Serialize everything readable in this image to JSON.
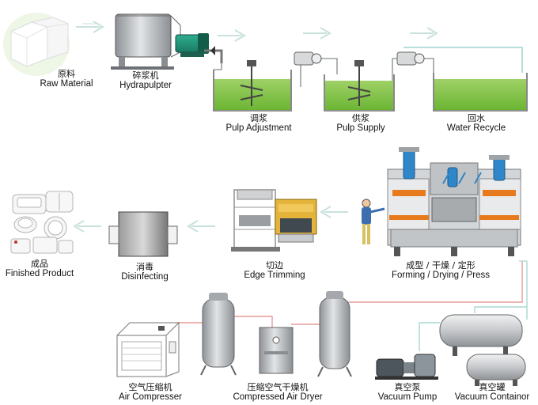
{
  "stages": [
    {
      "id": "raw",
      "cn": "原料",
      "en": "Raw Material"
    },
    {
      "id": "pulper",
      "cn": "碎浆机",
      "en": "Hydrapulpter"
    },
    {
      "id": "pulpadj",
      "cn": "调浆",
      "en": "Pulp Adjustment"
    },
    {
      "id": "pulpsup",
      "cn": "供浆",
      "en": "Pulp Supply"
    },
    {
      "id": "recycle",
      "cn": "回水",
      "en": "Water Recycle"
    },
    {
      "id": "forming",
      "cn": "成型 / 干燥 / 定形",
      "en": "Forming / Drying / Press"
    },
    {
      "id": "trim",
      "cn": "切边",
      "en": "Edge Trimming"
    },
    {
      "id": "disinfect",
      "cn": "消毒",
      "en": "Disinfecting"
    },
    {
      "id": "finished",
      "cn": "成品",
      "en": "Finished Product"
    },
    {
      "id": "aircomp",
      "cn": "空气压缩机",
      "en": "Air Compresser"
    },
    {
      "id": "airdry",
      "cn": "压缩空气干燥机",
      "en": "Compressed Air Dryer"
    },
    {
      "id": "vpump",
      "cn": "真空泵",
      "en": "Vacuum Pump"
    },
    {
      "id": "vcont",
      "cn": "真空罐",
      "en": "Vacuum Containor"
    }
  ],
  "colors": {
    "pulp_green": "#7fc241",
    "tank_outline": "#6b6b6b",
    "flow_arrow": "#cfe6e2",
    "air_pipe": "#e88b8b",
    "water_pipe": "#9fd6cf",
    "machine_orange": "#e87a1e",
    "machine_blue": "#2f86c8",
    "steel": "#b9bcc0"
  }
}
